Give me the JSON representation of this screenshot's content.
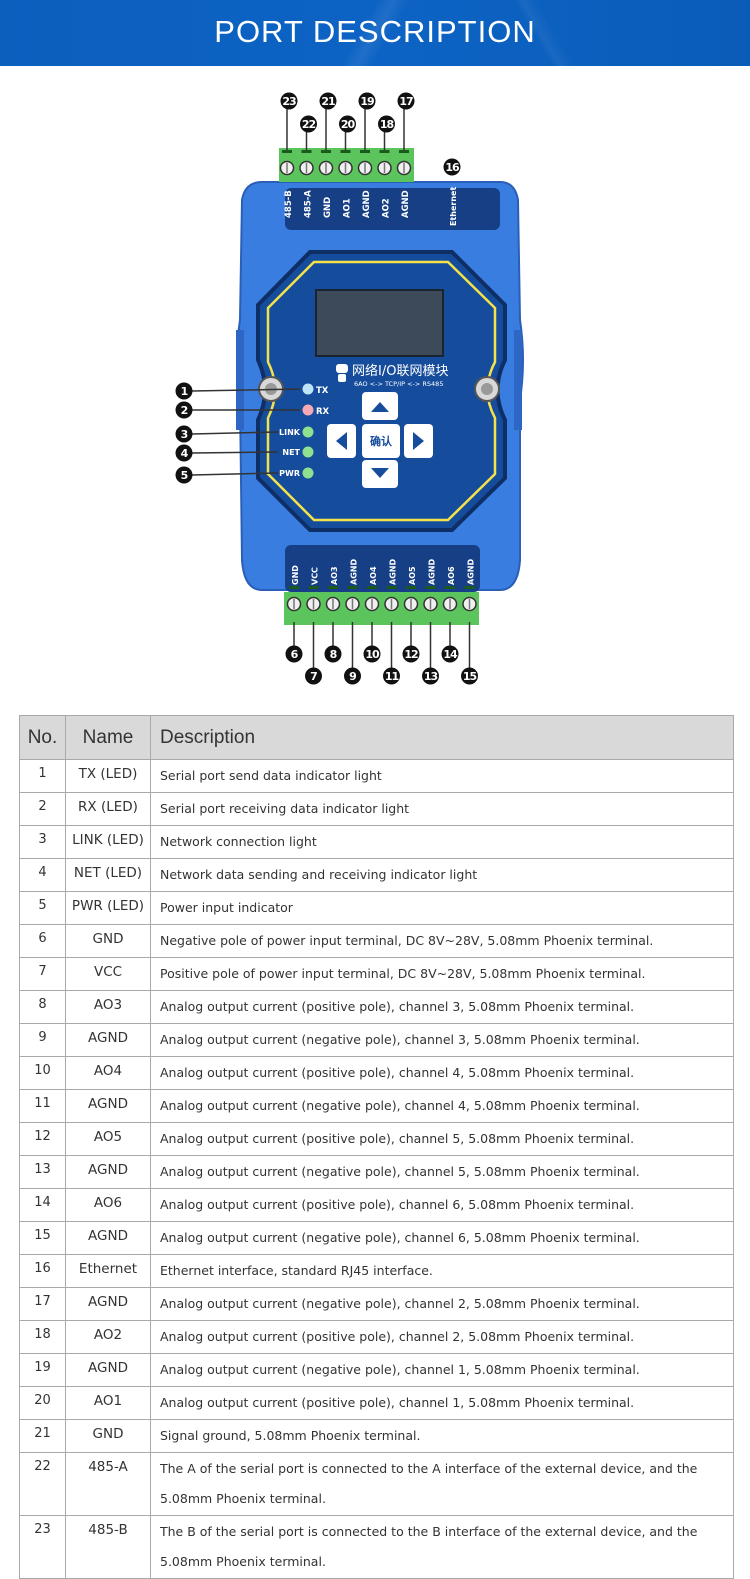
{
  "banner": {
    "title": "PORT DESCRIPTION"
  },
  "device": {
    "top_terminals": [
      {
        "label": "485-B",
        "callout": "23"
      },
      {
        "label": "485-A",
        "callout": "22"
      },
      {
        "label": "GND",
        "callout": "21"
      },
      {
        "label": "AO1",
        "callout": "20"
      },
      {
        "label": "AGND",
        "callout": "19"
      },
      {
        "label": "AO2",
        "callout": "18"
      },
      {
        "label": "AGND",
        "callout": "17"
      }
    ],
    "ethernet": {
      "label": "Ethernet",
      "callout": "16"
    },
    "bottom_terminals": [
      {
        "label": "GND",
        "callout": "6"
      },
      {
        "label": "VCC",
        "callout": "7"
      },
      {
        "label": "AO3",
        "callout": "8"
      },
      {
        "label": "AGND",
        "callout": "9"
      },
      {
        "label": "AO4",
        "callout": "10"
      },
      {
        "label": "AGND",
        "callout": "11"
      },
      {
        "label": "AO5",
        "callout": "12"
      },
      {
        "label": "AGND",
        "callout": "13"
      },
      {
        "label": "AO6",
        "callout": "14"
      },
      {
        "label": "AGND",
        "callout": "15"
      }
    ],
    "leds": [
      {
        "label": "TX",
        "callout": "1",
        "color": "#bfe3f7"
      },
      {
        "label": "RX",
        "callout": "2",
        "color": "#f4a9b5"
      },
      {
        "label": "LINK",
        "callout": "3",
        "color": "#8fe08f"
      },
      {
        "label": "NET",
        "callout": "4",
        "color": "#8fe08f"
      },
      {
        "label": "PWR",
        "callout": "5",
        "color": "#8fe08f"
      }
    ],
    "brand_title": "网络I/O联网模块",
    "brand_subtitle": "6AO <-> TCP/IP <-> RS485",
    "confirm_button": "确认",
    "colors": {
      "body": "#3a7de0",
      "panel": "#164c9c",
      "border": "#f3e24a",
      "terminal": "#5cc45c",
      "callout": "#111111"
    }
  },
  "table": {
    "headers": [
      "No.",
      "Name",
      "Description"
    ],
    "rows": [
      [
        "1",
        "TX (LED)",
        "Serial port send data indicator light"
      ],
      [
        "2",
        "RX (LED)",
        "Serial port receiving data indicator light"
      ],
      [
        "3",
        "LINK (LED)",
        "Network connection light"
      ],
      [
        "4",
        "NET (LED)",
        "Network data sending and receiving indicator light"
      ],
      [
        "5",
        "PWR (LED)",
        "Power input indicator"
      ],
      [
        "6",
        "GND",
        "Negative pole of power input terminal, DC 8V~28V, 5.08mm Phoenix terminal."
      ],
      [
        "7",
        "VCC",
        "Positive pole of power input terminal, DC 8V~28V, 5.08mm Phoenix terminal."
      ],
      [
        "8",
        "AO3",
        "Analog output current (positive pole), channel 3, 5.08mm Phoenix terminal."
      ],
      [
        "9",
        "AGND",
        "Analog output current (negative pole), channel 3, 5.08mm Phoenix terminal."
      ],
      [
        "10",
        "AO4",
        "Analog output current (positive pole), channel 4, 5.08mm Phoenix terminal."
      ],
      [
        "11",
        "AGND",
        "Analog output current (negative pole), channel 4, 5.08mm Phoenix terminal."
      ],
      [
        "12",
        "AO5",
        "Analog output current (positive pole), channel 5, 5.08mm Phoenix terminal."
      ],
      [
        "13",
        "AGND",
        "Analog output current (negative pole), channel 5, 5.08mm Phoenix terminal."
      ],
      [
        "14",
        "AO6",
        "Analog output current (positive pole), channel 6, 5.08mm Phoenix terminal."
      ],
      [
        "15",
        "AGND",
        "Analog output current (negative pole), channel 6, 5.08mm Phoenix terminal."
      ],
      [
        "16",
        "Ethernet",
        "Ethernet interface, standard RJ45 interface."
      ],
      [
        "17",
        "AGND",
        "Analog output current (negative pole), channel 2, 5.08mm Phoenix terminal."
      ],
      [
        "18",
        "AO2",
        "Analog output current (positive pole), channel 2, 5.08mm Phoenix terminal."
      ],
      [
        "19",
        "AGND",
        "Analog output current (negative pole), channel 1, 5.08mm Phoenix terminal."
      ],
      [
        "20",
        "AO1",
        "Analog output current (positive pole), channel 1, 5.08mm Phoenix terminal."
      ],
      [
        "21",
        "GND",
        "Signal ground, 5.08mm Phoenix terminal."
      ],
      [
        "22",
        "485-A",
        "The A of the serial port is connected to the A interface of the external device, and the 5.08mm Phoenix terminal."
      ],
      [
        "23",
        "485-B",
        "The B of the serial port is connected to the B interface of the external device, and the 5.08mm Phoenix terminal."
      ]
    ]
  }
}
